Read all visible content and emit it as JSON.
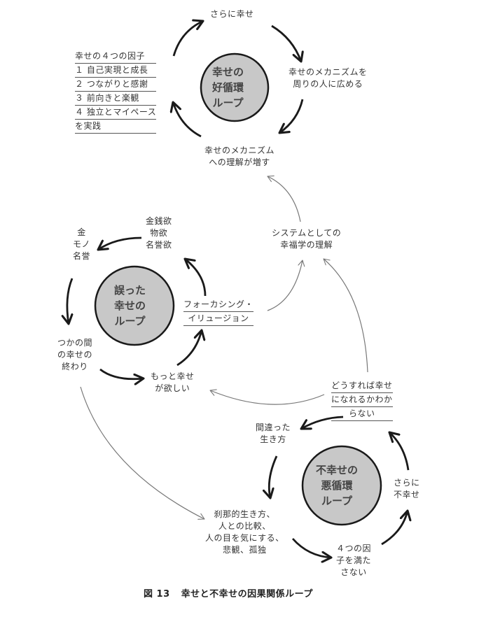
{
  "colors": {
    "background": "#ffffff",
    "loop_circle_fill": "#c8c8c8",
    "loop_circle_stroke": "#1a1a1a",
    "strong_arrow": "#1a1a1a",
    "weak_arrow": "#777777",
    "text": "#333333"
  },
  "caption": {
    "figure_number": "図 13",
    "title": "幸せと不幸せの因果関係ループ"
  },
  "loops": {
    "virtuous": {
      "center_lines": [
        "幸せの",
        "好循環",
        "ループ"
      ],
      "nodes": {
        "more_happiness": [
          "さらに幸せ"
        ],
        "spread_mechanism": [
          "幸せのメカニズムを",
          "周りの人に広める"
        ],
        "understanding_increases": [
          "幸せのメカニズム",
          "への理解が増す"
        ],
        "four_factors": [
          "幸せの４つの因子",
          "１ 自己実現と成長",
          "２ つながりと感謝",
          "３ 前向きと楽観",
          "４ 独立とマイペース",
          "を実践"
        ]
      }
    },
    "mistaken": {
      "center_lines": [
        "誤った",
        "幸せの",
        "ループ"
      ],
      "nodes": {
        "desires": [
          "金銭欲",
          "物欲",
          "名誉欲"
        ],
        "money_things_fame": [
          "金",
          "モノ",
          "名誉"
        ],
        "end_of_brief_happiness": [
          "つかの間",
          "の幸せの",
          "終わり"
        ],
        "want_more_happiness": [
          "もっと幸せ",
          "が欲しい"
        ],
        "focusing_illusion": [
          "フォーカシング・",
          "イリュージョン"
        ]
      }
    },
    "vicious": {
      "center_lines": [
        "不幸せの",
        "悪循環",
        "ループ"
      ],
      "nodes": {
        "dont_know_how": [
          "どうすれば幸せ",
          "になれるかわか",
          "らない"
        ],
        "wrong_way_of_life": [
          "間違った",
          "生き方"
        ],
        "momentary_life": [
          "刹那的生き方、",
          "人との比較、",
          "人の目を気にする、",
          "悲観、孤独"
        ],
        "unmet_factors": [
          "４つの因",
          "子を満た",
          "さない"
        ],
        "even_more_unhappy": [
          "さらに",
          "不幸せ"
        ]
      }
    }
  },
  "bridge_node": [
    "システムとしての",
    "幸福学の理解"
  ],
  "edges": [
    {
      "from": "four_factors",
      "to": "more_happiness",
      "style": "strong"
    },
    {
      "from": "more_happiness",
      "to": "spread_mechanism",
      "style": "strong"
    },
    {
      "from": "spread_mechanism",
      "to": "understanding_increases",
      "style": "strong"
    },
    {
      "from": "understanding_increases",
      "to": "four_factors",
      "style": "strong"
    },
    {
      "from": "desires",
      "to": "money_things_fame",
      "style": "strong"
    },
    {
      "from": "money_things_fame",
      "to": "end_of_brief_happiness",
      "style": "strong"
    },
    {
      "from": "end_of_brief_happiness",
      "to": "want_more_happiness",
      "style": "strong"
    },
    {
      "from": "want_more_happiness",
      "to": "focusing_illusion",
      "style": "strong"
    },
    {
      "from": "focusing_illusion",
      "to": "desires",
      "style": "strong"
    },
    {
      "from": "dont_know_how",
      "to": "wrong_way_of_life",
      "style": "strong"
    },
    {
      "from": "wrong_way_of_life",
      "to": "momentary_life",
      "style": "strong"
    },
    {
      "from": "momentary_life",
      "to": "unmet_factors",
      "style": "strong"
    },
    {
      "from": "unmet_factors",
      "to": "even_more_unhappy",
      "style": "strong"
    },
    {
      "from": "even_more_unhappy",
      "to": "dont_know_how",
      "style": "strong"
    },
    {
      "from": "focusing_illusion",
      "to": "bridge_node",
      "style": "weak"
    },
    {
      "from": "dont_know_how",
      "to": "bridge_node",
      "style": "weak"
    },
    {
      "from": "bridge_node",
      "to": "understanding_increases",
      "style": "weak"
    },
    {
      "from": "dont_know_how",
      "to": "want_more_happiness",
      "style": "weak"
    },
    {
      "from": "end_of_brief_happiness",
      "to": "momentary_life",
      "style": "weak"
    }
  ]
}
